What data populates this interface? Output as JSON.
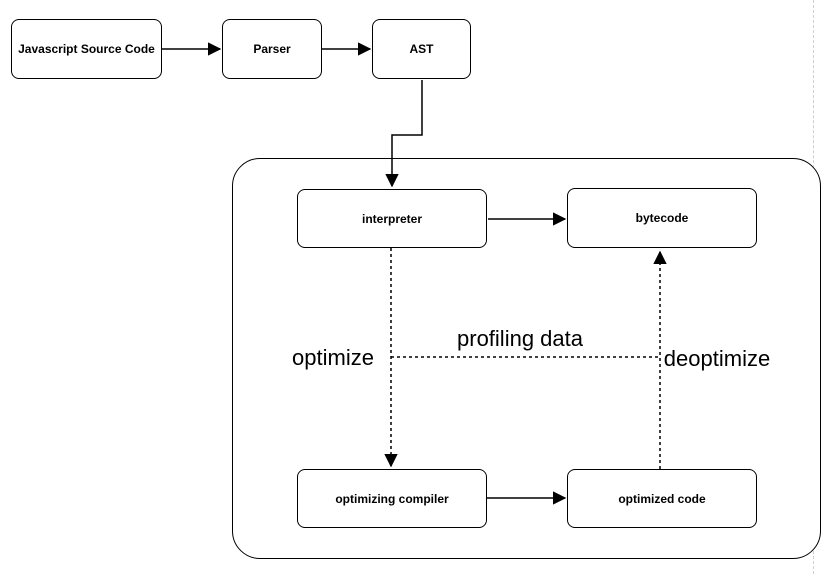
{
  "nodes": {
    "js_source": {
      "label": "Javascript Source Code"
    },
    "parser": {
      "label": "Parser"
    },
    "ast": {
      "label": "AST"
    },
    "interpreter": {
      "label": "interpreter"
    },
    "bytecode": {
      "label": "bytecode"
    },
    "optimizing_compiler": {
      "label": "optimizing compiler"
    },
    "optimized_code": {
      "label": "optimized code"
    }
  },
  "edge_labels": {
    "optimize": {
      "label": "optimize"
    },
    "profiling_data": {
      "label": "profiling data"
    },
    "deoptimize": {
      "label": "deoptimize"
    }
  },
  "edges": [
    {
      "from": "js_source",
      "to": "parser",
      "style": "solid-arrow"
    },
    {
      "from": "parser",
      "to": "ast",
      "style": "solid-arrow"
    },
    {
      "from": "ast",
      "to": "interpreter",
      "style": "solid-arrow-elbow"
    },
    {
      "from": "interpreter",
      "to": "bytecode",
      "style": "solid-arrow"
    },
    {
      "from": "interpreter",
      "to": "optimizing_compiler",
      "style": "dashed-arrow",
      "label": "optimize"
    },
    {
      "from": "optimizing_compiler",
      "to": "optimized_code",
      "style": "solid-arrow"
    },
    {
      "from": "optimized_code",
      "to": "bytecode",
      "style": "dashed-arrow",
      "label": "deoptimize"
    },
    {
      "from": "optimize_line",
      "to": "deoptimize_line",
      "style": "dashed-line",
      "label": "profiling data"
    }
  ],
  "colors": {
    "stroke": "#000000",
    "background": "#ffffff",
    "page_break": "#cfcfcf"
  }
}
